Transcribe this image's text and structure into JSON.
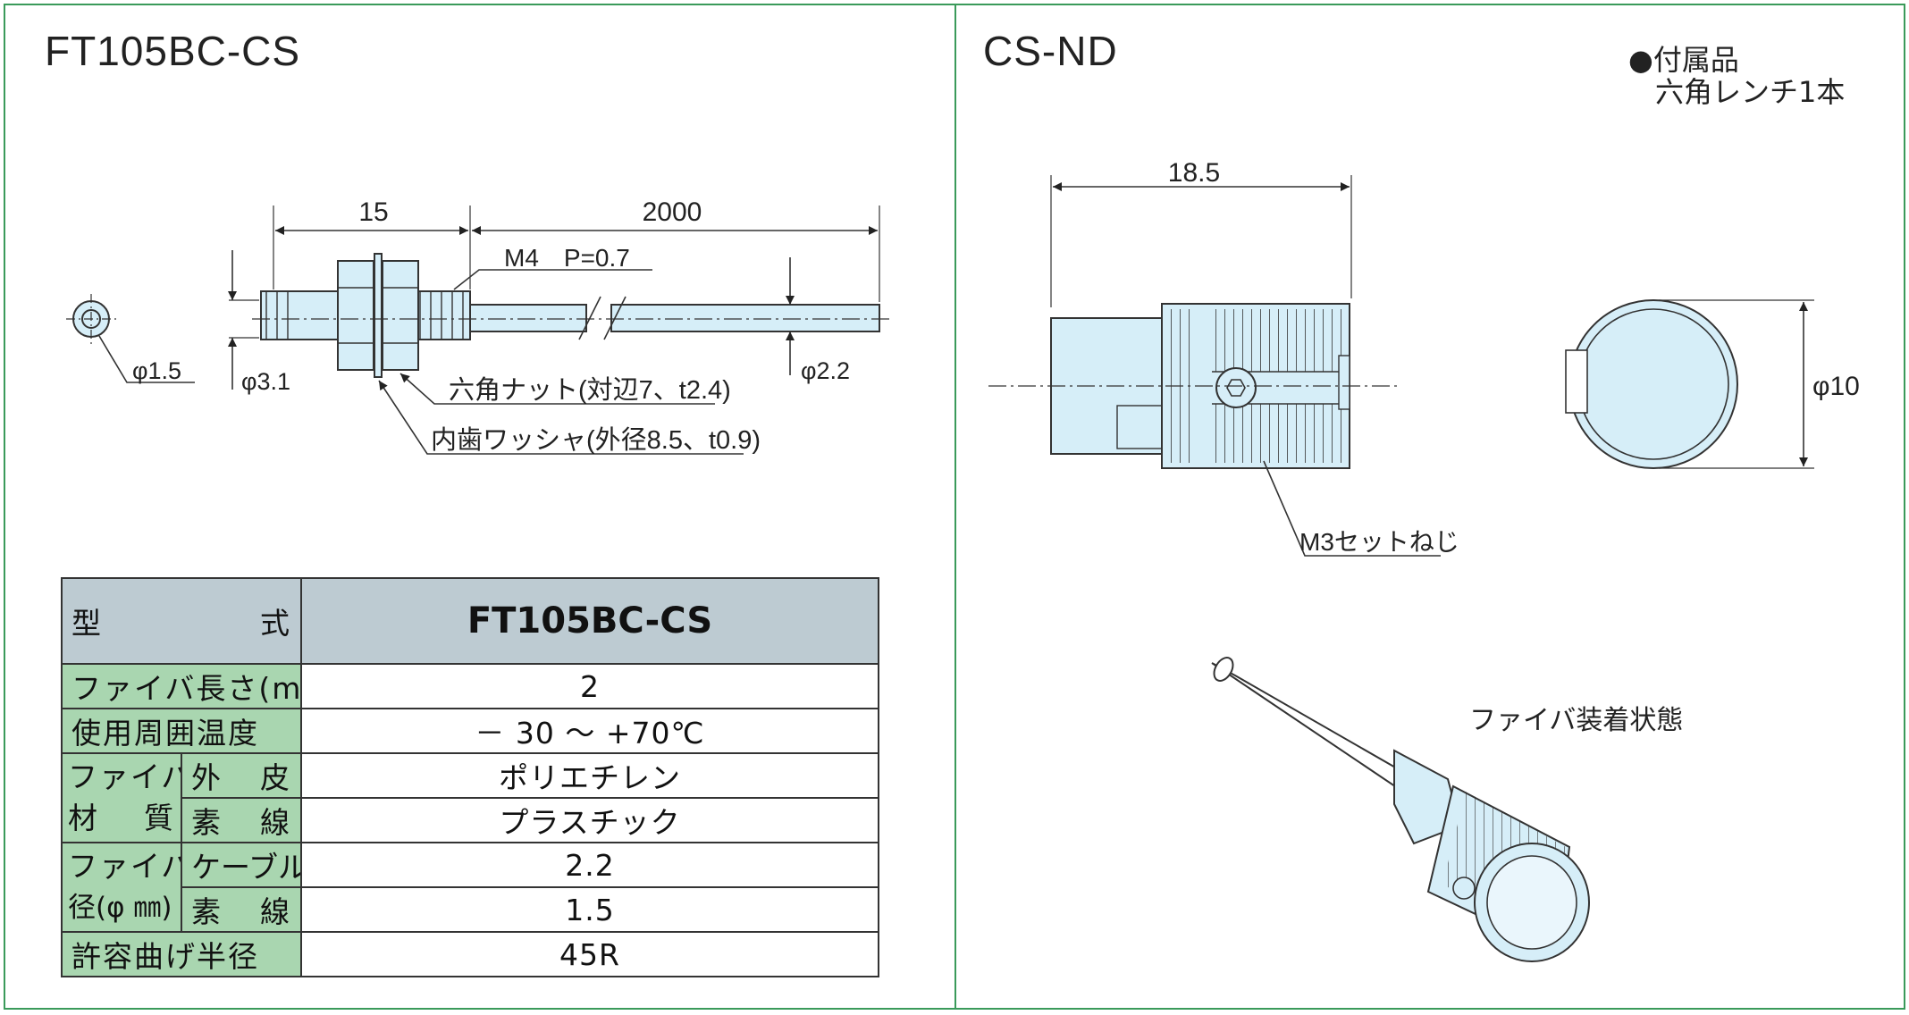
{
  "left_panel": {
    "title": "FT105BC-CS",
    "drawing": {
      "dim_length_head": "15",
      "dim_length_fiber": "2000",
      "thread_label": "M4　P=0.7",
      "dim_core_dia": "φ1.5",
      "dim_head_dia": "φ3.1",
      "dim_fiber_dia": "φ2.2",
      "nut_label": "六角ナット(対辺7、t2.4)",
      "washer_label": "内歯ワッシャ(外径8.5、t0.9)"
    },
    "spec_table": {
      "header": {
        "label_left": "型",
        "label_right": "式",
        "value": "FT105BC-CS"
      },
      "rows": {
        "fiber_length": {
          "label": "ファイバ長さ(m)",
          "value": "2"
        },
        "temperature": {
          "label": "使用周囲温度",
          "value": "－ 30 ～ +70℃"
        },
        "material_group": {
          "line1": "ファイバ",
          "line2_left": "材",
          "line2_right": "質"
        },
        "jacket": {
          "label_left": "外",
          "label_right": "皮",
          "value": "ポリエチレン"
        },
        "core": {
          "label_left": "素",
          "label_right": "線",
          "value": "プラスチック"
        },
        "diameter_group": {
          "line1": "ファイバ",
          "line2": "径(φ ㎜)"
        },
        "cable": {
          "label": "ケーブル",
          "value": "2.2"
        },
        "core_dia": {
          "label_left": "素",
          "label_right": "線",
          "value": "1.5"
        },
        "bend_radius": {
          "label": "許容曲げ半径",
          "value": "45R"
        }
      }
    }
  },
  "right_panel": {
    "title": "CS-ND",
    "accessory_line1": "●付属品",
    "accessory_line2": "六角レンチ1本",
    "dim_length": "18.5",
    "dim_dia": "φ10",
    "screw_label": "M3セットねじ",
    "mounted_label": "ファイバ装着状態"
  },
  "colors": {
    "frame": "#3a9a5a",
    "part_fill": "#d6eef8",
    "table_label": "#a9d6b0",
    "table_header": "#bdcbd2"
  }
}
